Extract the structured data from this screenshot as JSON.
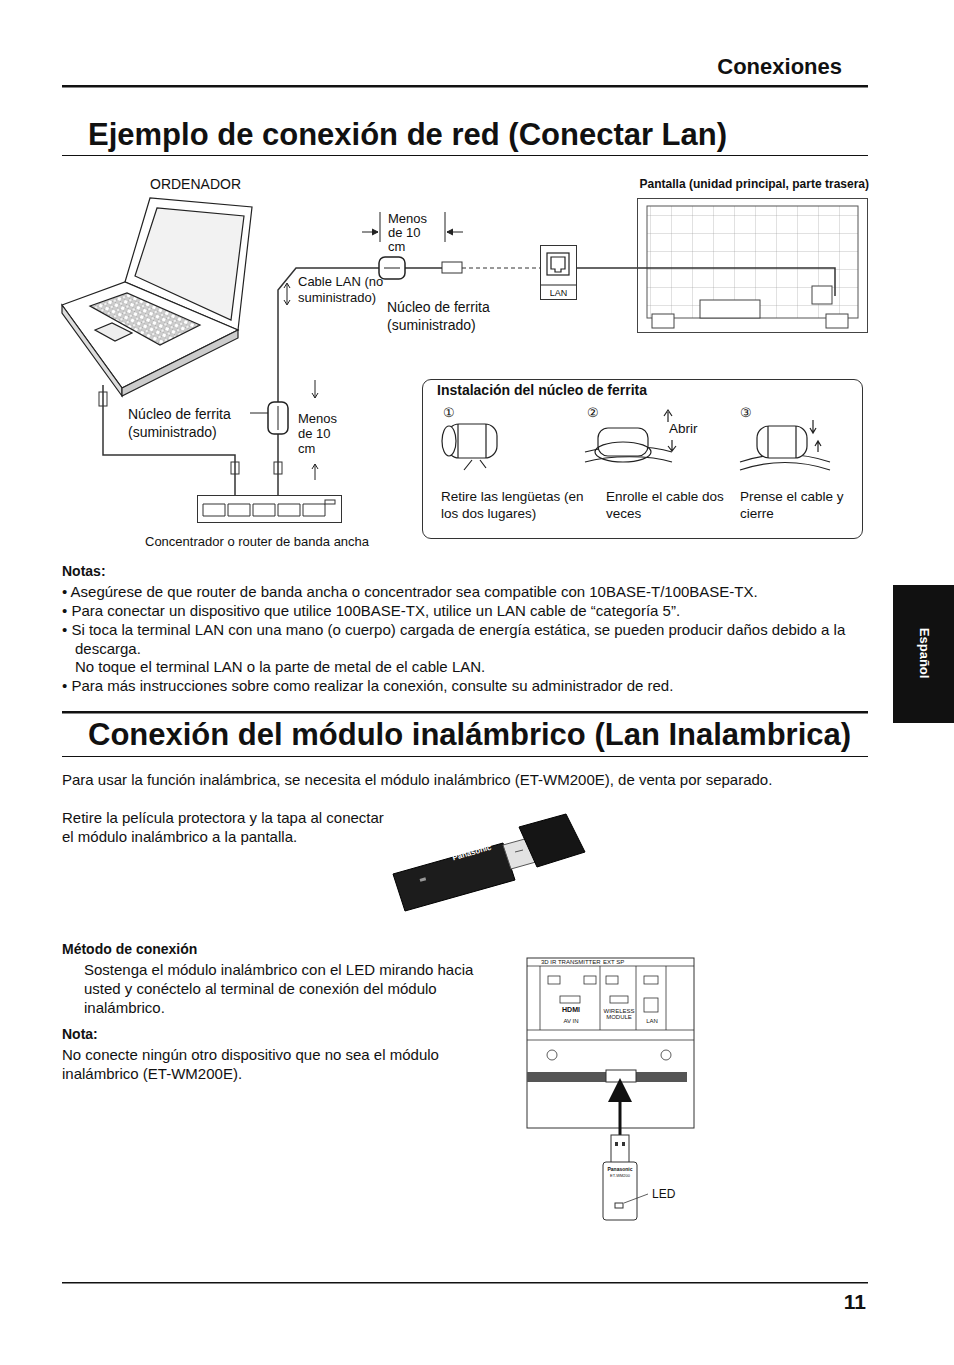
{
  "diagram": {
    "title": "Ejemplo de conexión de red (Conectar Lan)",
    "nodes": [
      {
        "text": [
          "ORDENADOR"
        ]
      },
      {
        "text": [
          "Concentrador o router de banda ancha"
        ]
      },
      {
        "text": [
          "LAN"
        ]
      },
      {
        "text": [
          "Pantalla (unidad principal, parte trasera)"
        ]
      },
      {
        "text": [
          "Instalación del núcleo de ferrita",
          "①",
          "Retire las lengüetas (en los dos lugares)",
          "②",
          "Abrir",
          "Enrolle el cable dos veces",
          "③",
          "Prense el cable y cierre"
        ]
      }
    ],
    "edges": [
      {
        "from": 0,
        "to": 1,
        "arrow": "none"
      },
      {
        "from": 1,
        "to": 2,
        "arrow": "none"
      },
      {
        "from": 2,
        "to": 3,
        "arrow": "none"
      }
    ],
    "labels": [
      "Conexiones",
      "Menos de 10 cm",
      "Cable LAN (no suministrado)",
      "Núcleo de ferrita (suministrado)",
      "Núcleo de ferrita (suministrado)",
      "Menos de 10 cm",
      "Notas:",
      "• Asegúrese de que router de banda ancha o concentrador sea compatible con 10BASE-T/100BASE-TX.",
      "• Para conectar un dispositivo que utilice 100BASE-TX, utilice un LAN cable de “categoría 5”.",
      "• Si toca la terminal LAN con una mano (o cuerpo) cargada de energía estática, se pueden producir daños debido a la descarga.",
      "No toque el terminal LAN o la parte de metal de el cable LAN.",
      "• Para más instrucciones sobre como realizar la conexión, consulte su administrador de red.",
      "Conexión del módulo inalámbrico (Lan Inalambrica)",
      "Para usar la función inalámbrica, se necesita el módulo inalámbrico (ET-WM200E), de venta por separado.",
      "Retire la película protectora y la tapa al conectar el módulo inalámbrico a la pantalla.",
      "Método de conexión",
      "Sostenga el módulo inalámbrico con el LED mirando hacia usted y conéctelo al terminal de conexión del módulo inalámbrico.",
      "Nota:",
      "No conecte ningún otro dispositivo que no sea el módulo inalámbrico (ET-WM200E).",
      "Español",
      "11",
      "3D IR TRANSMITTER",
      "EXT SP",
      "HDMI",
      "AV IN",
      "WIRELESS MODULE",
      "LAN",
      "LED",
      "Panasonic",
      "ET-WM200",
      "Panasonic"
    ]
  }
}
